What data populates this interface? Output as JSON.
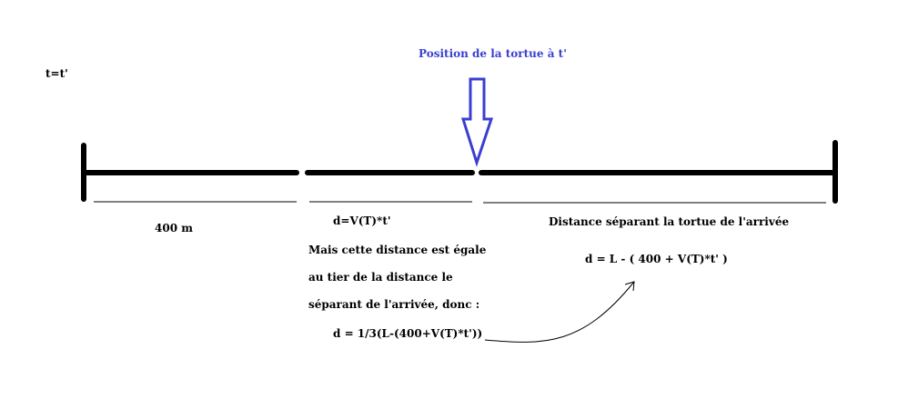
{
  "time_label": "t=t'",
  "arrow_label": "Position de la tortue à t'",
  "segment1": {
    "label": "400 m"
  },
  "segment2": {
    "formula": "d=V(T)*t'",
    "text_lines": [
      "Mais cette distance est égale",
      "au tier de la distance le",
      "séparant de l'arrivée, donc :"
    ],
    "result": "d = 1/3(L-(400+V(T)*t'))"
  },
  "segment3": {
    "label": "Distance séparant la tortue de l'arrivée",
    "formula": "d = L - ( 400 + V(T)*t' )"
  },
  "colors": {
    "line": "#000000",
    "arrow": "#3a3fd0"
  }
}
